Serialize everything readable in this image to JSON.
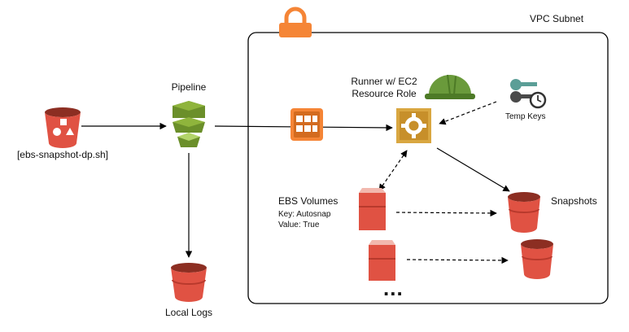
{
  "diagram": {
    "vpc_label": "VPC Subnet",
    "source_label": "[ebs-snapshot-dp.sh]",
    "pipeline_label": "Pipeline",
    "local_logs_label": "Local Logs",
    "runner_label_line1": "Runner w/ EC2",
    "runner_label_line2": "Resource Role",
    "temp_keys_label": "Temp Keys",
    "ebs_volumes_label": "EBS Volumes",
    "ebs_tag_key": "Key:   Autosnap",
    "ebs_tag_value": "Value: True",
    "snapshots_label": "Snapshots",
    "more_indicator": "..."
  },
  "colors": {
    "aws_red": "#e05243",
    "aws_orange": "#f58536",
    "pipeline_green": "#6b8f2a",
    "helmet_green": "#6a9a3b",
    "runner_gold": "#d9a741",
    "key_teal": "#5b9e97",
    "line": "#000000"
  },
  "icons": {
    "lock": "lock-icon",
    "source_bucket": "s3-bucket-icon",
    "pipeline": "data-pipeline-icon",
    "logs_bucket": "s3-bucket-icon",
    "queue": "task-runner-icon",
    "runner": "ec2-runner-gear-icon",
    "helmet": "hard-hat-icon",
    "keys": "temp-keys-icon",
    "volume": "ebs-volume-icon",
    "snapshot": "snapshot-bucket-icon"
  }
}
